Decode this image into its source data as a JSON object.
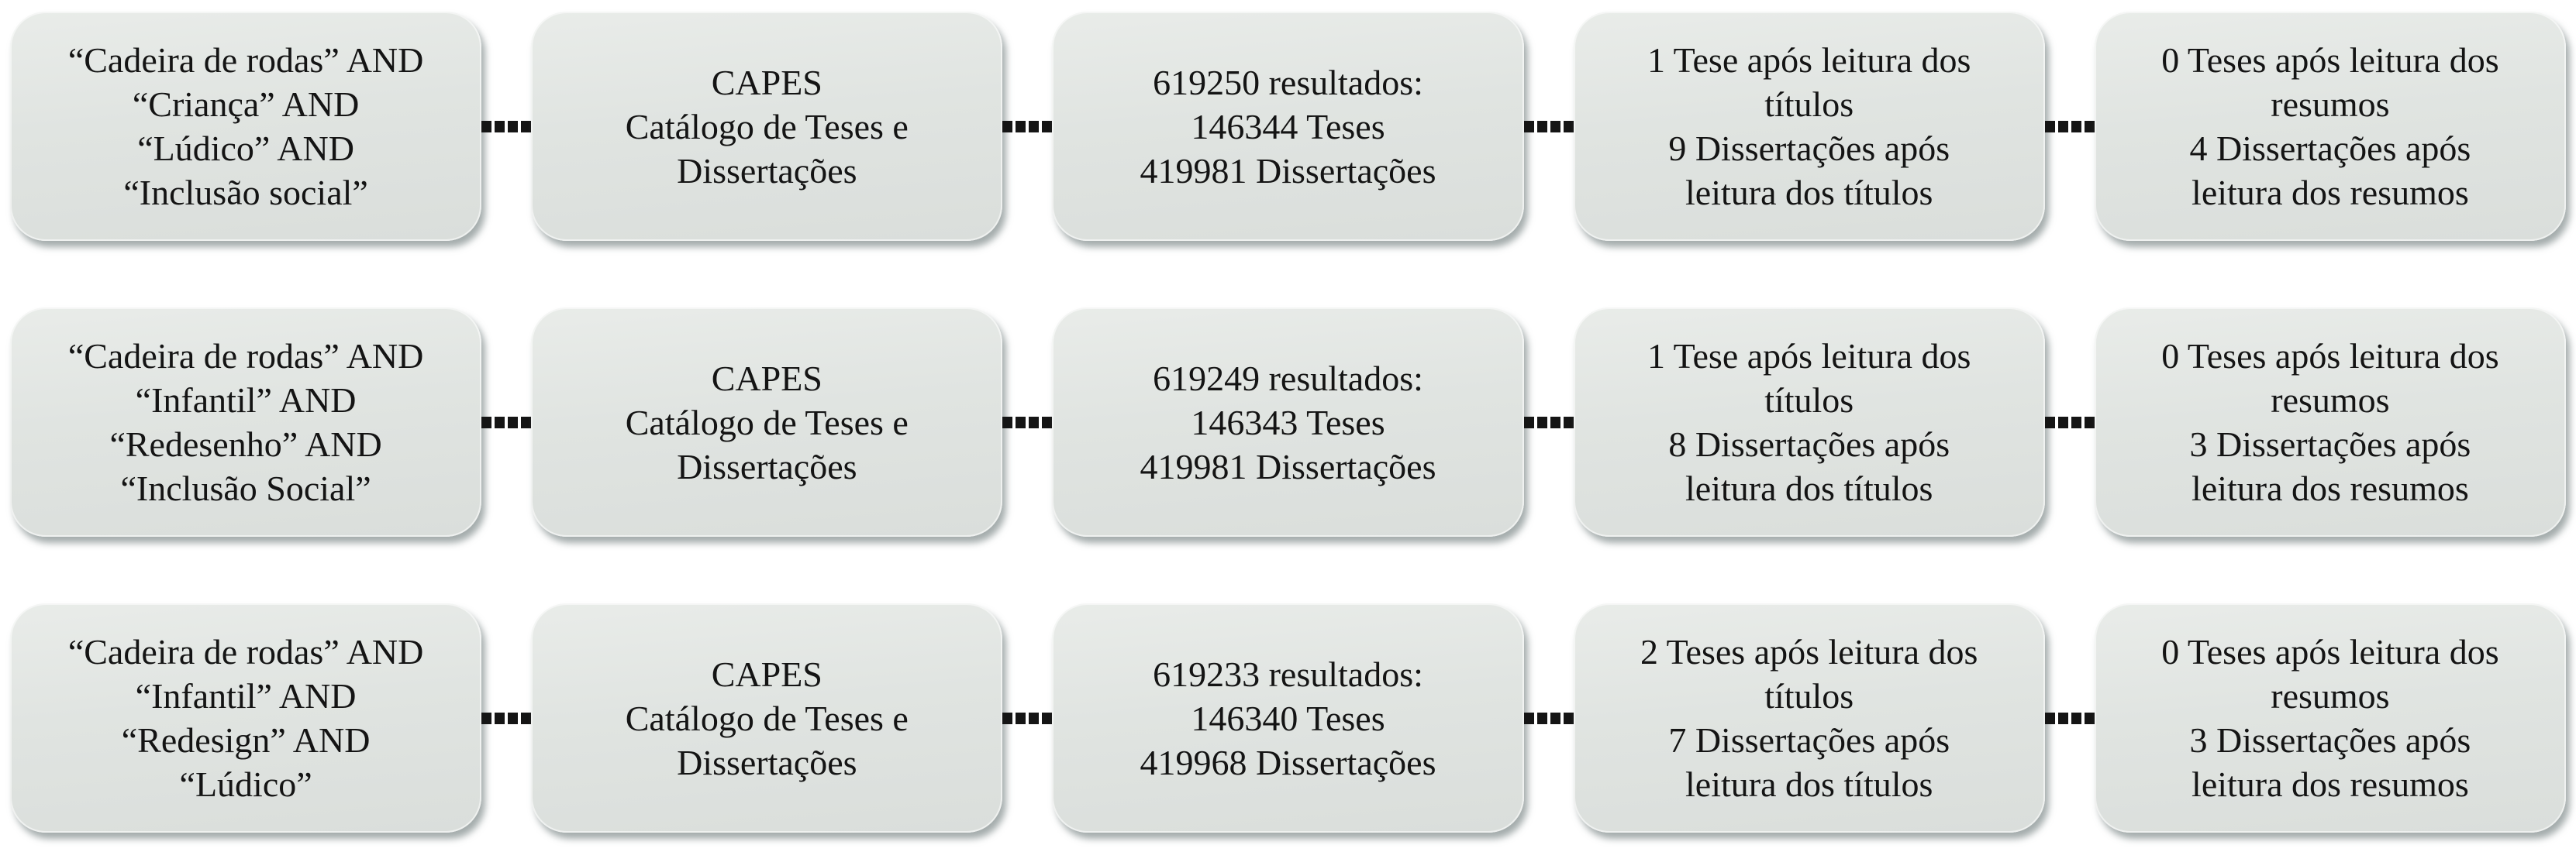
{
  "diagram": {
    "description": "Fluxo de busca sistemática no Catálogo de Teses e Dissertações da CAPES",
    "colors": {
      "box_fill": "#e0e4e1",
      "box_shadow": "#687474",
      "connector": "#151515",
      "text": "#141414",
      "background": "#ffffff"
    },
    "rows": [
      {
        "query": [
          "“Cadeira de rodas” AND",
          "“Criança” AND",
          "“Lúdico” AND",
          "“Inclusão social”"
        ],
        "database": [
          "CAPES",
          "Catálogo de Teses e",
          "Dissertações"
        ],
        "results": [
          "619250 resultados:",
          "146344 Teses",
          "419981 Dissertações"
        ],
        "titles": [
          "1 Tese após leitura dos",
          "títulos",
          "9 Dissertações após",
          "leitura dos títulos"
        ],
        "abstracts": [
          "0 Teses após leitura dos",
          "resumos",
          "4 Dissertações após",
          "leitura dos resumos"
        ]
      },
      {
        "query": [
          "“Cadeira de rodas” AND",
          "“Infantil” AND",
          "“Redesenho” AND",
          "“Inclusão Social”"
        ],
        "database": [
          "CAPES",
          "Catálogo de Teses e",
          "Dissertações"
        ],
        "results": [
          "619249 resultados:",
          "146343 Teses",
          "419981 Dissertações"
        ],
        "titles": [
          "1 Tese após leitura dos",
          "títulos",
          "8 Dissertações após",
          "leitura dos títulos"
        ],
        "abstracts": [
          "0 Teses após leitura dos",
          "resumos",
          "3 Dissertações após",
          "leitura dos resumos"
        ]
      },
      {
        "query": [
          "“Cadeira de rodas” AND",
          "“Infantil” AND",
          "“Redesign” AND",
          "“Lúdico”"
        ],
        "database": [
          "CAPES",
          "Catálogo de Teses e",
          "Dissertações"
        ],
        "results": [
          "619233 resultados:",
          "146340 Teses",
          "419968 Dissertações"
        ],
        "titles": [
          "2 Teses após leitura dos",
          "títulos",
          "7 Dissertações após",
          "leitura dos títulos"
        ],
        "abstracts": [
          "0 Teses após leitura dos",
          "resumos",
          "3 Dissertações após",
          "leitura dos resumos"
        ]
      }
    ]
  }
}
